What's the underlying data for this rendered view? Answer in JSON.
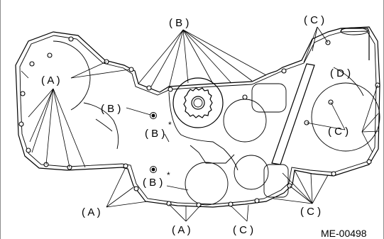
{
  "figure": {
    "code": "ME-00498",
    "labels": {
      "a": "( A )",
      "b": "( B )",
      "c": "( C )",
      "d": "( D )"
    },
    "asterisk": "*"
  }
}
